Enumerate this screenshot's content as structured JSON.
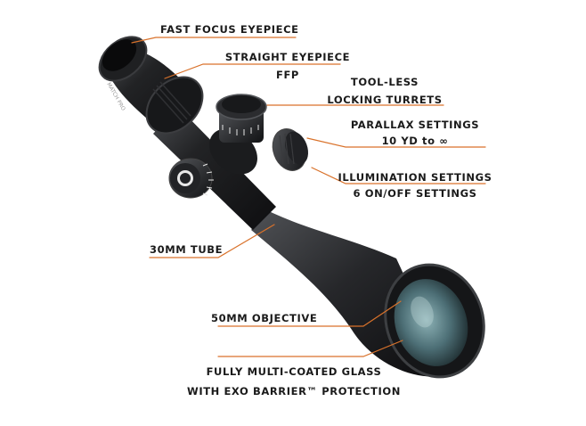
{
  "diagram": {
    "product_markings": {
      "eyepiece_text": "MATCH PRO"
    },
    "callouts": [
      {
        "id": "fast-focus",
        "lines": [
          "FAST FOCUS EYEPIECE"
        ]
      },
      {
        "id": "straight-eyepiece",
        "lines": [
          "STRAIGHT EYEPIECE",
          "FFP"
        ]
      },
      {
        "id": "turrets",
        "lines": [
          "TOOL-LESS",
          "LOCKING TURRETS"
        ]
      },
      {
        "id": "parallax",
        "lines": [
          "PARALLAX SETTINGS",
          "10 YD to ∞"
        ]
      },
      {
        "id": "illumination",
        "lines": [
          "ILLUMINATION SETTINGS",
          "6 ON/OFF SETTINGS"
        ]
      },
      {
        "id": "tube",
        "lines": [
          "30MM TUBE"
        ]
      },
      {
        "id": "objective",
        "lines": [
          "50MM OBJECTIVE"
        ]
      },
      {
        "id": "glass",
        "lines": [
          "FULLY MULTI-COATED GLASS",
          "WITH EXO BARRIER™ PROTECTION"
        ]
      }
    ],
    "colors": {
      "leader_line": "#d9722b",
      "text": "#1a1a1a",
      "scope_body": "#1c1d1f",
      "lens_tint": "#4d6f76"
    }
  }
}
